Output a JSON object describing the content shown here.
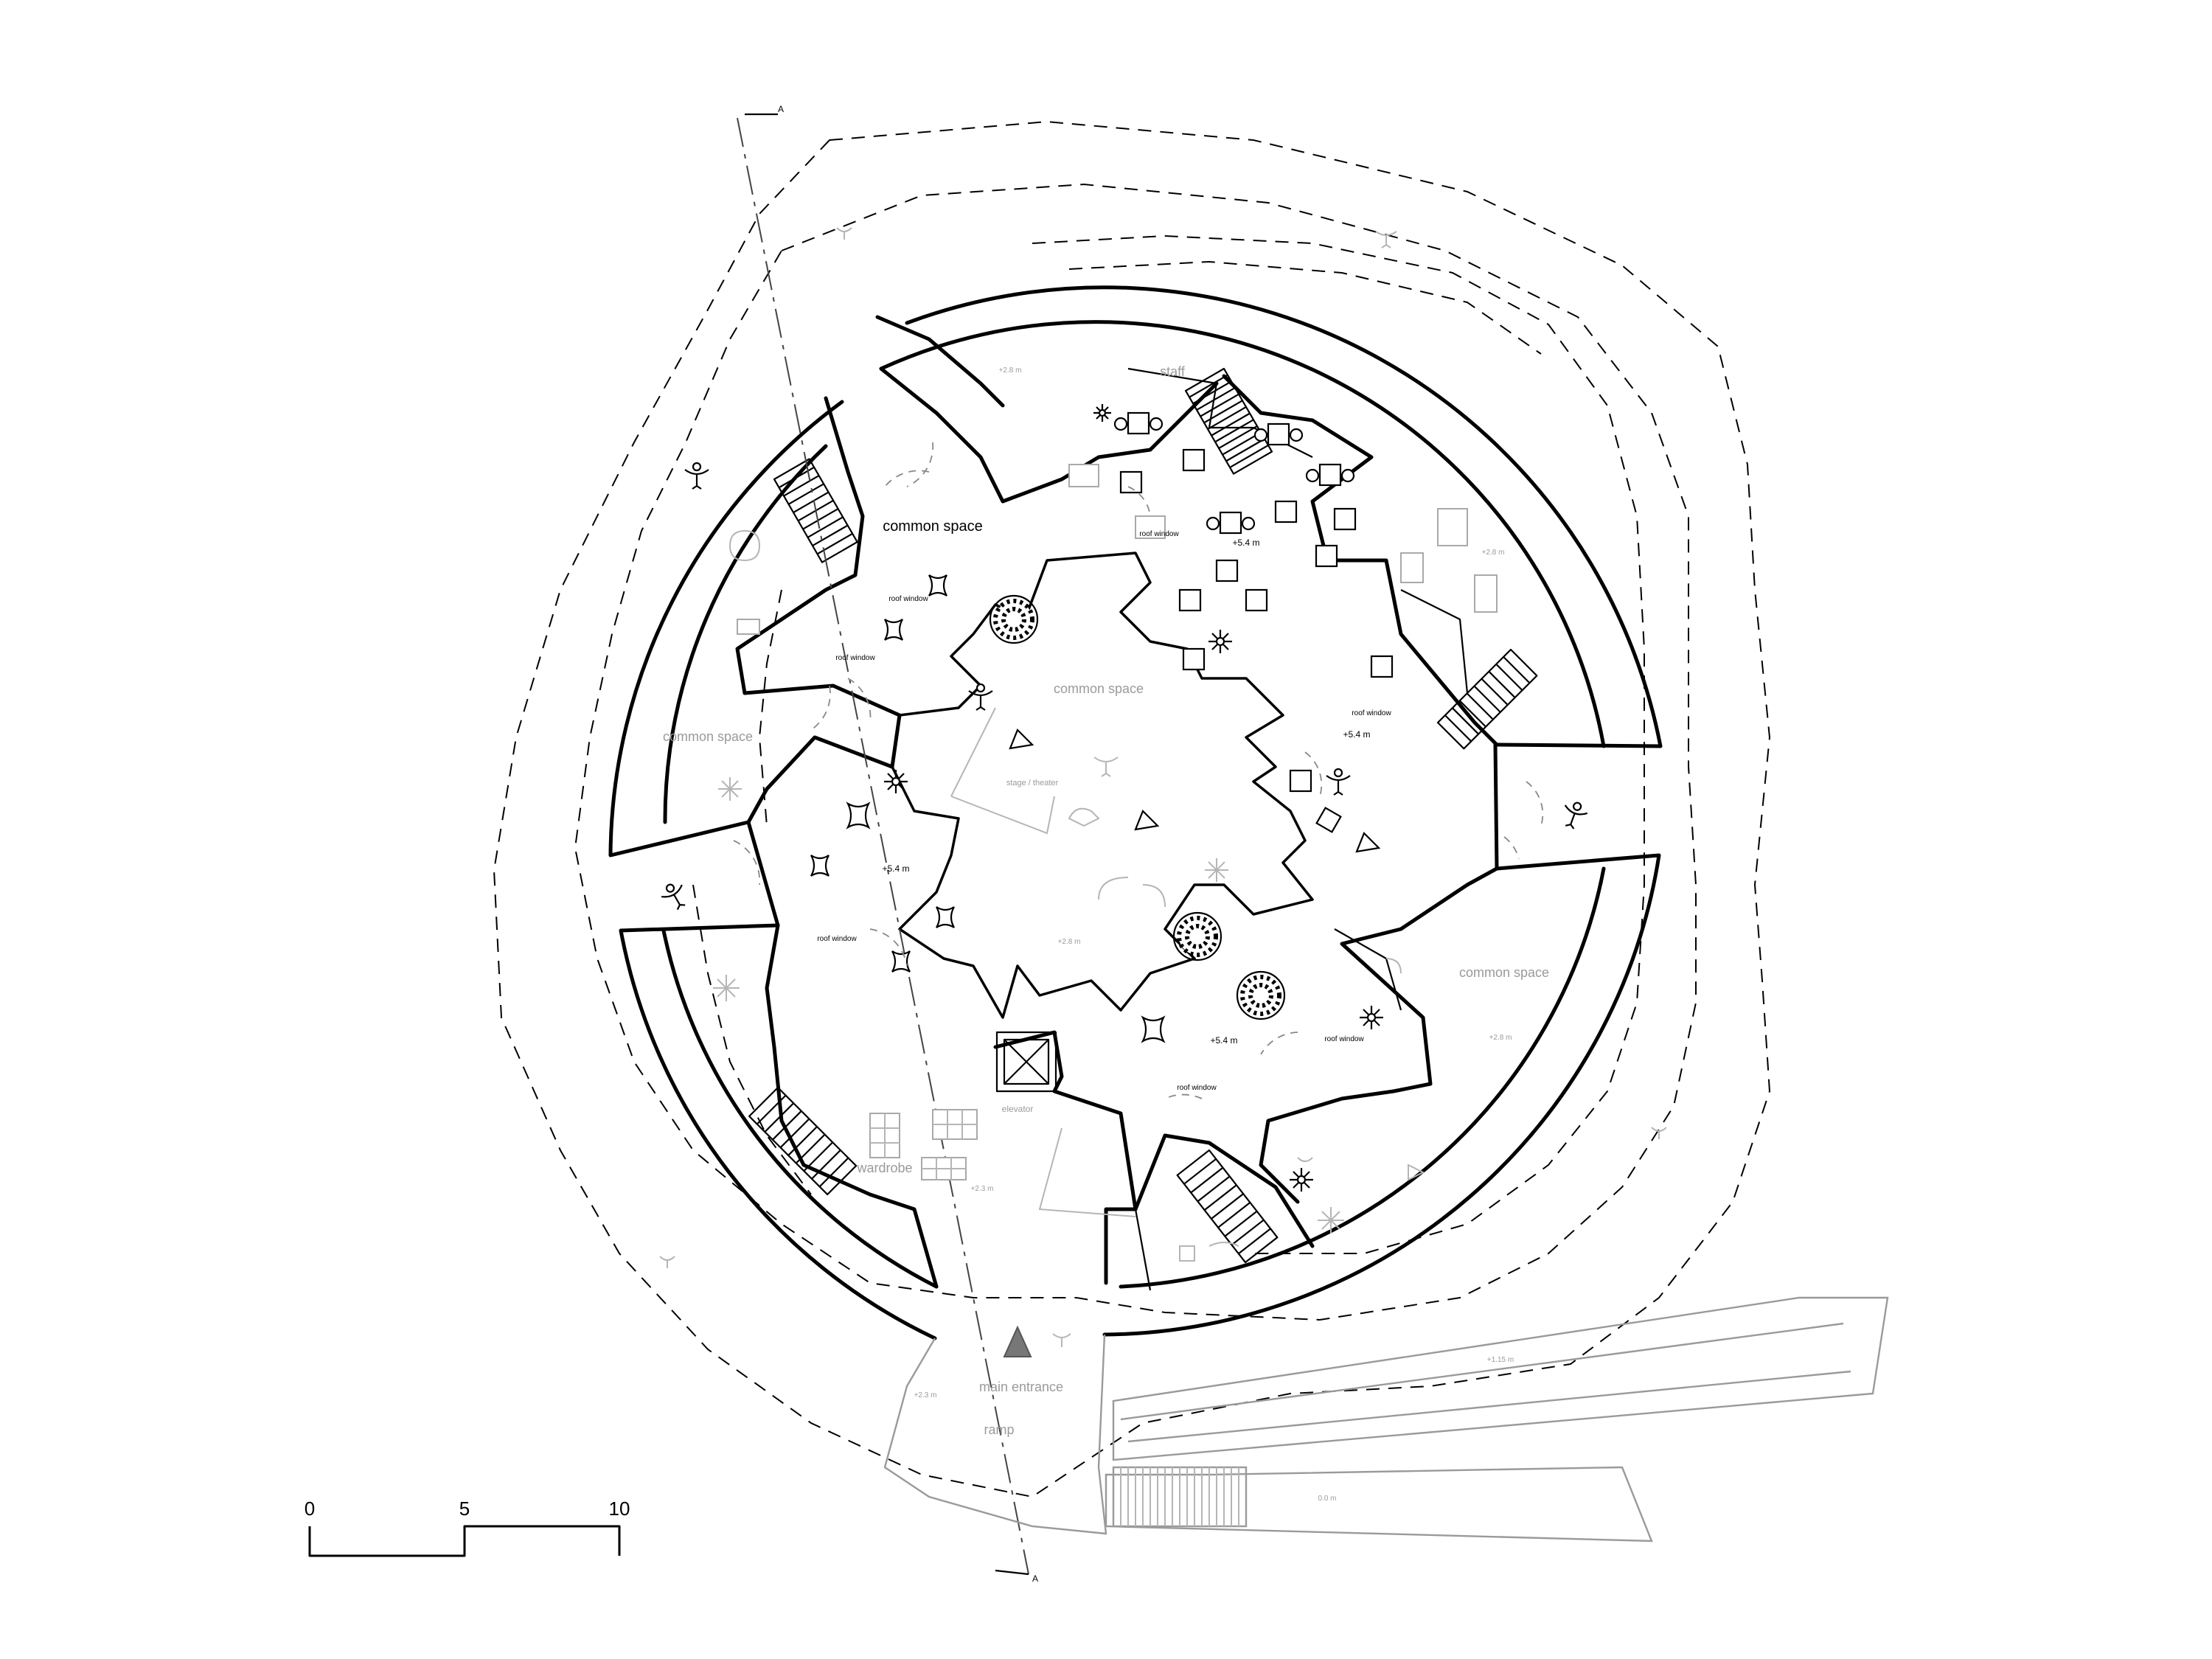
{
  "labels": {
    "common_top": "common space",
    "common_center": "common space",
    "common_left": "common space",
    "common_right": "common space",
    "staff": "staff",
    "stage": "stage / theater",
    "elevator": "elevator",
    "wardrobe": "wardrobe",
    "main_entrance": "main entrance",
    "ramp": "ramp",
    "roof_window": "roof window",
    "level_54": "+5.4 m",
    "level_28": "+2.8 m",
    "level_23": "+2.3 m",
    "level_115": "+1.15 m",
    "level_00": "0.0 m",
    "section_marker": "A"
  },
  "scale_bar": {
    "ticks": [
      "0",
      "5",
      "10"
    ]
  },
  "colors": {
    "wall": "#000000",
    "secondary": "#9a9a9a",
    "background": "#ffffff"
  },
  "icons": [
    "person-icon",
    "plant-icon",
    "round-table-icon",
    "cushion-icon",
    "stair-icon",
    "door-swing-icon"
  ]
}
